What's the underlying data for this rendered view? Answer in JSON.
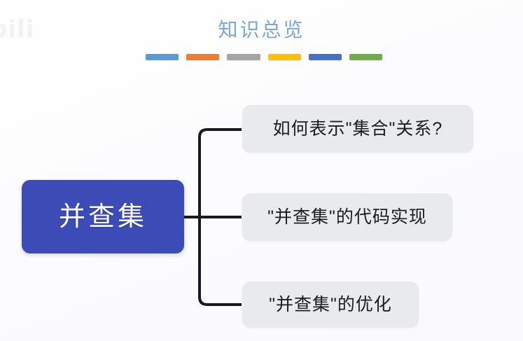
{
  "watermark": {
    "text": "bili",
    "icon": "bilibili-logo-watermark"
  },
  "header": {
    "title": "知识总览",
    "title_color": "#7ba7d7",
    "bars": [
      {
        "name": "bar-light-blue",
        "color": "#5b9bd5"
      },
      {
        "name": "bar-orange",
        "color": "#ed7d31"
      },
      {
        "name": "bar-gray",
        "color": "#a5a5a5"
      },
      {
        "name": "bar-yellow",
        "color": "#ffc000"
      },
      {
        "name": "bar-blue",
        "color": "#4472c4"
      },
      {
        "name": "bar-green",
        "color": "#70ad47"
      }
    ]
  },
  "mindmap": {
    "root": {
      "label": "并查集",
      "color": "#3c4bb5",
      "text_color": "#ffffff"
    },
    "branch_color": "#1a1a1a",
    "children": [
      {
        "label": "如何表示\"集合\"关系?",
        "color": "#e9eaec"
      },
      {
        "label": "\"并查集\"的代码实现",
        "color": "#e9eaec"
      },
      {
        "label": "\"并查集\"的优化",
        "color": "#e9eaec"
      }
    ]
  }
}
